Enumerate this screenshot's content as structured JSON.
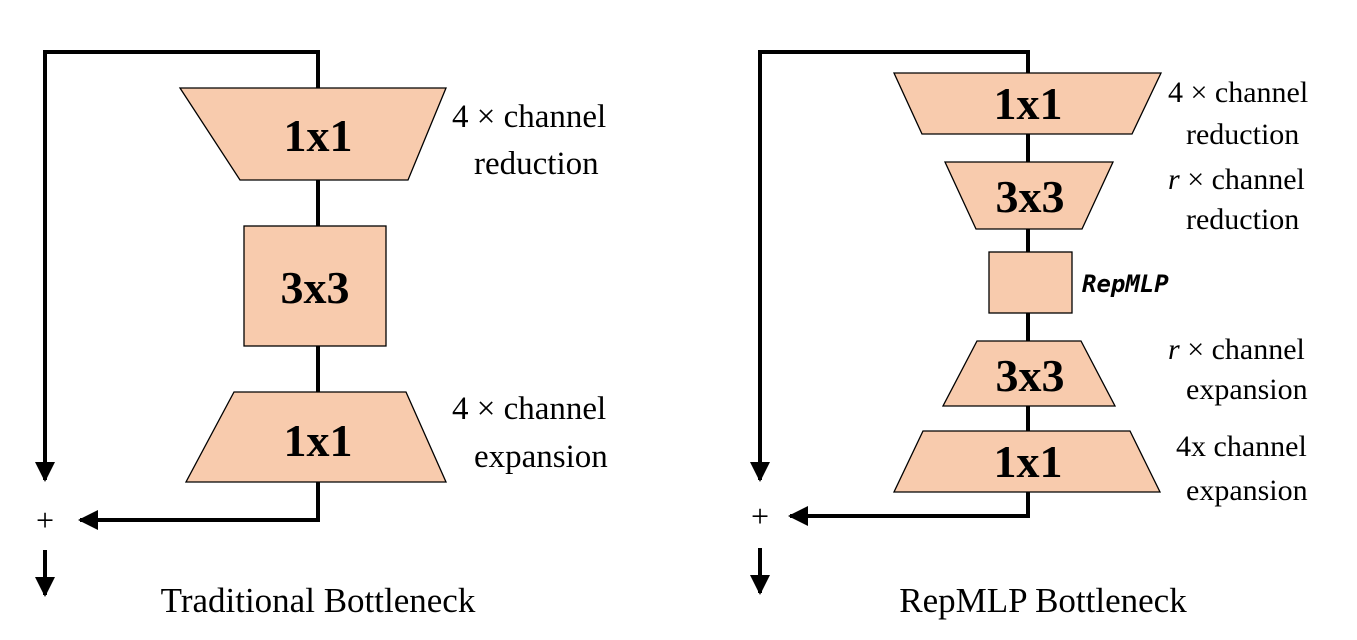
{
  "left": {
    "caption": "Traditional Bottleneck",
    "blocks": [
      "1x1",
      "3x3",
      "1x1"
    ],
    "annotations": {
      "top_line1": "4 × channel",
      "top_line2": "reduction",
      "bottom_line1": "4 × channel",
      "bottom_line2": "expansion"
    },
    "sum_symbol": "+"
  },
  "right": {
    "caption": "RepMLP Bottleneck",
    "blocks": [
      "1x1",
      "3x3",
      "",
      "3x3",
      "1x1"
    ],
    "repmlp_label": "RepMLP",
    "annotations": {
      "a1_line1": "4 × channel",
      "a1_line2": "reduction",
      "a2_var": "r",
      "a2_line1": " × channel",
      "a2_line2": "reduction",
      "a3_var": "r",
      "a3_line1": " × channel",
      "a3_line2": "expansion",
      "a4_line1": "4x channel",
      "a4_line2": "expansion"
    },
    "sum_symbol": "+"
  },
  "colors": {
    "block_fill": "#f8cbad",
    "line": "#000000"
  }
}
